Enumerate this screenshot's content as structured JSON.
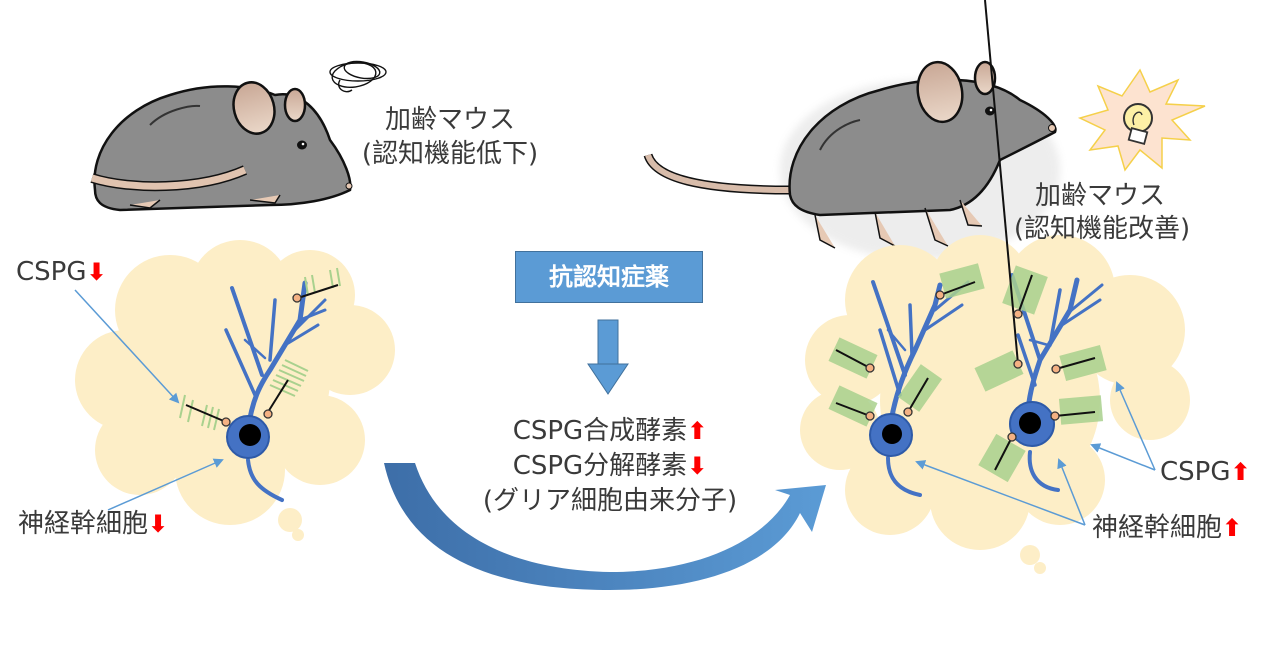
{
  "colors": {
    "brain_fill": "#fdeec7",
    "neuron_blue": "#4472c4",
    "neuron_dark": "#2e5aa8",
    "cspg_green": "#a9d18e",
    "callout_blue": "#5b9bd5",
    "increase_red": "#ff0000",
    "decrease_red": "#ff0000",
    "mouse_gray": "#8c8c8c",
    "mouse_pink": "#e6c9b4",
    "flash_fill": "#fde3d0",
    "flash_stroke": "#f5d04a"
  },
  "left_panel": {
    "mouse_title": "加齢マウス",
    "mouse_subtitle": "(認知機能低下)",
    "mouse_icon": "tangled-scribble-icon",
    "cspg_label": "CSPG",
    "cspg_trend": "down",
    "cspg_trend_glyph": "⬇",
    "stem_cell_label": "神経幹細胞",
    "stem_cell_trend": "down",
    "stem_cell_trend_glyph": "⬇"
  },
  "center": {
    "drug_label": "抗認知症薬",
    "effects": [
      {
        "text": "CSPG合成酵素",
        "trend": "up",
        "glyph": "⬆"
      },
      {
        "text": "CSPG分解酵素",
        "trend": "down",
        "glyph": "⬇"
      }
    ],
    "source_note": "(グリア細胞由来分子)"
  },
  "right_panel": {
    "mouse_title": "加齢マウス",
    "mouse_subtitle": "(認知機能改善)",
    "mouse_icon": "lightbulb-icon",
    "cspg_label": "CSPG",
    "cspg_trend": "up",
    "cspg_trend_glyph": "⬆",
    "stem_cell_label": "神経幹細胞",
    "stem_cell_trend": "up",
    "stem_cell_trend_glyph": "⬆"
  }
}
